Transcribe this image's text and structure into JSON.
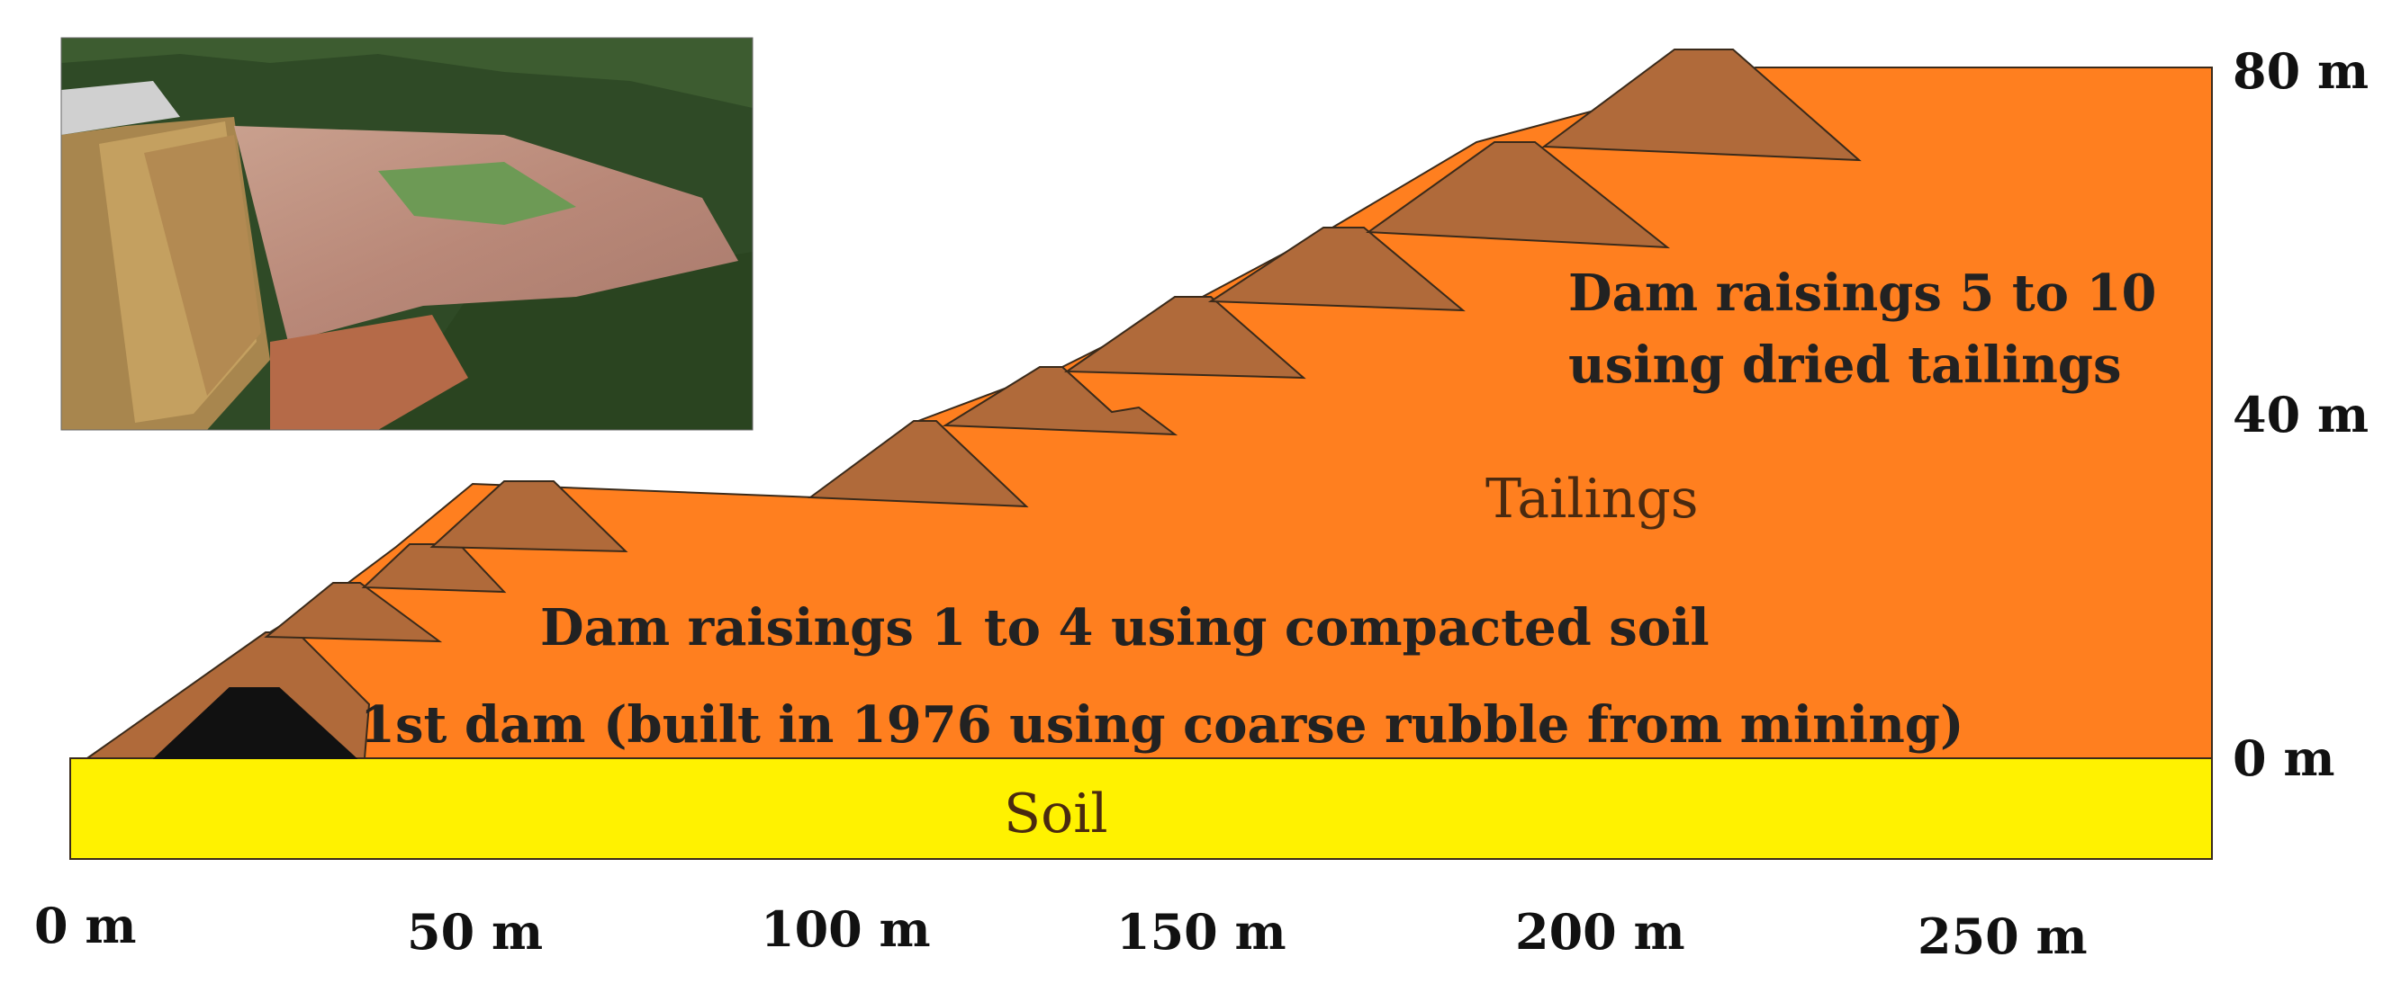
{
  "colors": {
    "tailings": "#FF7F1F",
    "dam_raising": "#B06A3A",
    "first_dam_core": "#111111",
    "soil": "#FFF200",
    "outline": "#3a2a1a"
  },
  "labels": {
    "tailings": "Tailings",
    "soil": "Soil",
    "raisings_5_10_line1": "Dam raisings 5 to 10",
    "raisings_5_10_line2": "using dried tailings",
    "raisings_1_4": "Dam raisings 1 to 4 using compacted soil",
    "first_dam": "1st dam (built in 1976 using coarse rubble from mining)"
  },
  "axes": {
    "x_ticks": [
      "0 m",
      "50 m",
      "100 m",
      "150 m",
      "200 m",
      "250 m"
    ],
    "y_ticks": [
      "80 m",
      "40 m",
      "0 m"
    ]
  },
  "photo": {
    "content": "aerial-photo-of-tailings-dam"
  }
}
